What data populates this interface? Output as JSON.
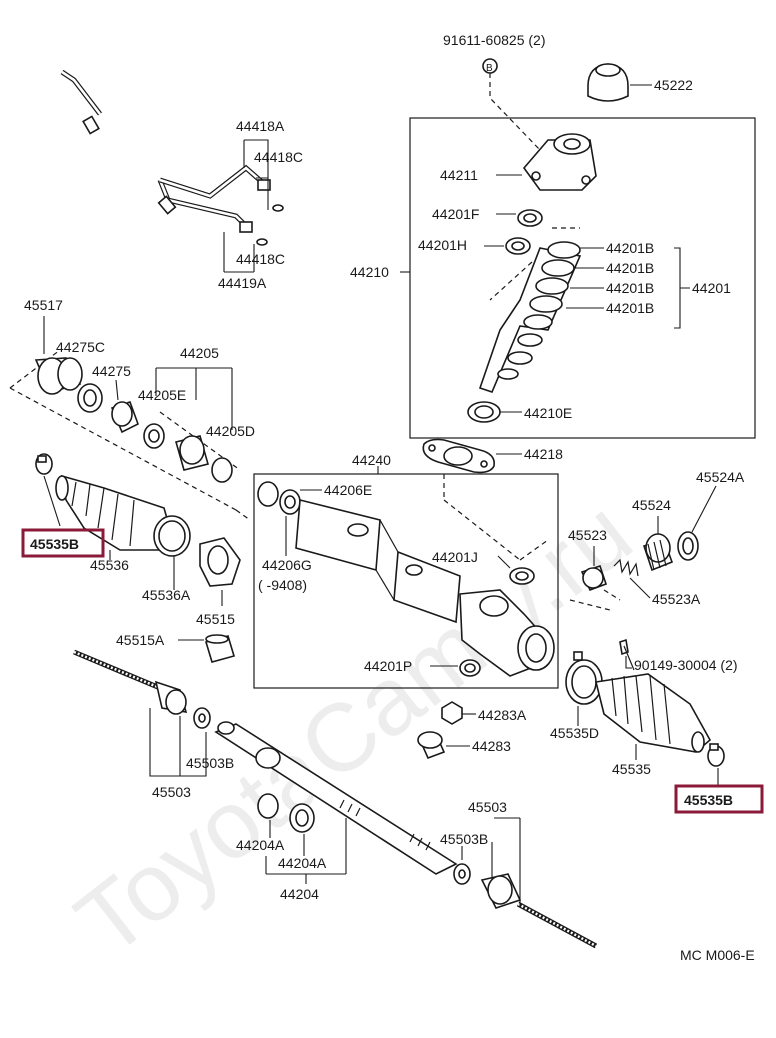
{
  "diagram": {
    "code": "MC M006-E",
    "watermark": "ToyotaCamry.ru",
    "bolt_symbol": "B",
    "highlight_color": "#8b1a3a",
    "labels": {
      "p91611": "91611-60825 (2)",
      "p45222": "45222",
      "p44418A": "44418A",
      "p44418C_1": "44418C",
      "p44418C_2": "44418C",
      "p44419A": "44419A",
      "p44211": "44211",
      "p44201F": "44201F",
      "p44201H": "44201H",
      "p44210": "44210",
      "p44201B_1": "44201B",
      "p44201B_2": "44201B",
      "p44201B_3": "44201B",
      "p44201B_4": "44201B",
      "p44201": "44201",
      "p44210E": "44210E",
      "p45517": "45517",
      "p44275C": "44275C",
      "p44275": "44275",
      "p44205": "44205",
      "p44205E": "44205E",
      "p44205D": "44205D",
      "p44218": "44218",
      "p44240": "44240",
      "p44206E": "44206E",
      "p44206G": "44206G",
      "p9408": "(      -9408)",
      "p44201J": "44201J",
      "p44201P": "44201P",
      "p45535B_left": "45535B",
      "p45536": "45536",
      "p45536A": "45536A",
      "p45515": "45515",
      "p45515A": "45515A",
      "p45524A": "45524A",
      "p45524": "45524",
      "p45523": "45523",
      "p45523A": "45523A",
      "p90149": "90149-30004 (2)",
      "p45535D": "45535D",
      "p45535": "45535",
      "p45535B_right": "45535B",
      "p44283A": "44283A",
      "p44283": "44283",
      "p45503_left": "45503",
      "p45503B_left": "45503B",
      "p44204A_1": "44204A",
      "p44204A_2": "44204A",
      "p44204": "44204",
      "p45503_right": "45503",
      "p45503B_right": "45503B"
    }
  }
}
